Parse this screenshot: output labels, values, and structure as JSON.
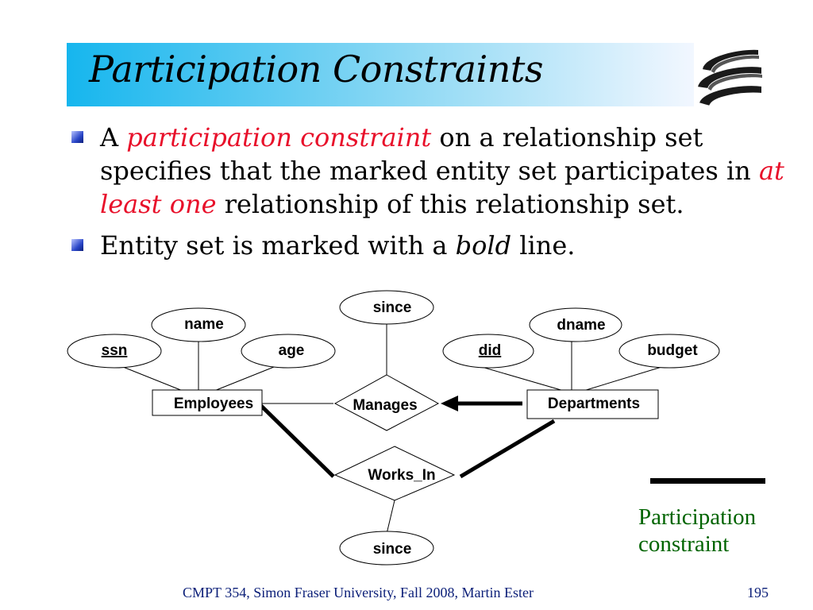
{
  "slide": {
    "title": "Participation Constraints",
    "bullets": [
      {
        "pre": "A ",
        "em": "participation constraint",
        "post1": " on a relationship set specifies that the marked entity set participates in ",
        "em2": "at least one",
        "post2": " relationship of this relationship set."
      },
      {
        "pre": "Entity set is marked with a ",
        "em": "bold",
        "post": " line."
      }
    ],
    "legend": {
      "line1": "Participation",
      "line2": "constraint"
    },
    "footer": "CMPT 354, Simon Fraser University, Fall 2008, Martin Ester",
    "page_number": "195"
  },
  "diagram": {
    "entities": {
      "employees": "Employees",
      "departments": "Departments"
    },
    "relationships": {
      "manages": "Manages",
      "works_in": "Works_In"
    },
    "attributes": {
      "ssn": "ssn",
      "name": "name",
      "age": "age",
      "since_manages": "since",
      "did": "did",
      "dname": "dname",
      "budget": "budget",
      "since_works_in": "since"
    }
  },
  "colors": {
    "title_gradient_start": "#16b6ee",
    "emphasis_red": "#e8102a",
    "legend_green": "#006400",
    "footer_navy": "#0a1e78"
  }
}
